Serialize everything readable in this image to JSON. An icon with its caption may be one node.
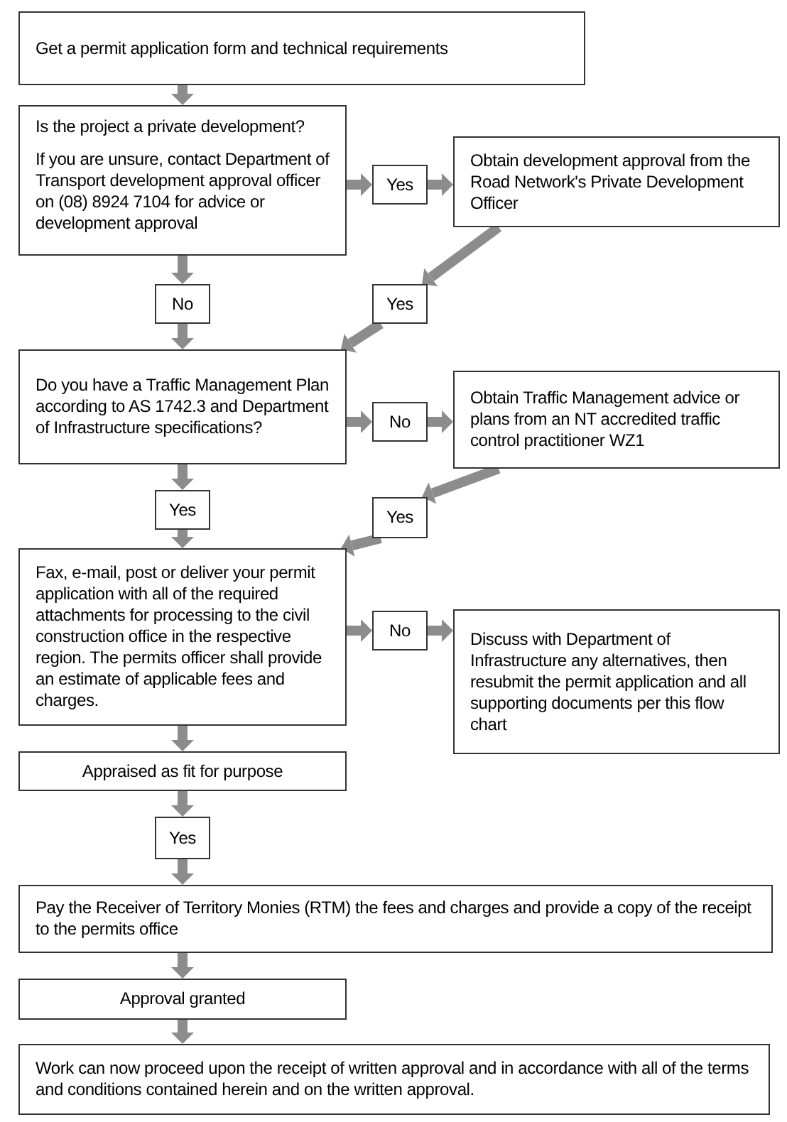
{
  "diagram": {
    "nodes": [
      {
        "text": [
          "Get a permit application form and technical requirements"
        ]
      },
      {
        "text": [
          "Is the project a private development?",
          "If you are unsure, contact Department of Transport development approval officer on (08) 8924 7104 for advice or development approval"
        ]
      },
      {
        "text": [
          "Yes"
        ]
      },
      {
        "text": [
          "Obtain development approval from the Road Network's Private Development Officer"
        ]
      },
      {
        "text": [
          "No"
        ]
      },
      {
        "text": [
          "Yes"
        ]
      },
      {
        "text": [
          "Do you have a Traffic Management Plan according to AS 1742.3 and Department of Infrastructure specifications?"
        ]
      },
      {
        "text": [
          "No"
        ]
      },
      {
        "text": [
          "Obtain Traffic Management advice or plans from an NT accredited traffic control practitioner WZ1"
        ]
      },
      {
        "text": [
          "Yes"
        ]
      },
      {
        "text": [
          "Yes"
        ]
      },
      {
        "text": [
          "Fax, e-mail, post or deliver your permit application with all of the required attachments for processing to the civil construction office in the respective region. The permits officer shall provide an estimate of applicable fees and charges."
        ]
      },
      {
        "text": [
          "No"
        ]
      },
      {
        "text": [
          "Discuss with Department of Infrastructure any alternatives, then resubmit the permit application and all supporting documents per this flow chart"
        ]
      },
      {
        "text": [
          "Appraised as fit for purpose"
        ]
      },
      {
        "text": [
          "Yes"
        ]
      },
      {
        "text": [
          "Pay the Receiver of Territory Monies (RTM) the fees and charges and provide a copy of the receipt to the permits office"
        ]
      },
      {
        "text": [
          "Approval granted"
        ]
      },
      {
        "text": [
          "Work can now proceed upon the receipt of written approval and in accordance with all of the terms and conditions contained herein and on the written approval."
        ]
      }
    ],
    "edges": [
      {
        "from": 0,
        "to": 1,
        "arrow": "to"
      },
      {
        "from": 1,
        "to": 2,
        "arrow": "to"
      },
      {
        "from": 2,
        "to": 3,
        "arrow": "to"
      },
      {
        "from": 1,
        "to": 4,
        "arrow": "to"
      },
      {
        "from": 3,
        "to": 5,
        "arrow": "to"
      },
      {
        "from": 4,
        "to": 6,
        "arrow": "to"
      },
      {
        "from": 5,
        "to": 6,
        "arrow": "to"
      },
      {
        "from": 6,
        "to": 7,
        "arrow": "to"
      },
      {
        "from": 7,
        "to": 8,
        "arrow": "to"
      },
      {
        "from": 6,
        "to": 9,
        "arrow": "to"
      },
      {
        "from": 8,
        "to": 10,
        "arrow": "to"
      },
      {
        "from": 9,
        "to": 11,
        "arrow": "to"
      },
      {
        "from": 10,
        "to": 11,
        "arrow": "to"
      },
      {
        "from": 11,
        "to": 12,
        "arrow": "to"
      },
      {
        "from": 12,
        "to": 13,
        "arrow": "to"
      },
      {
        "from": 11,
        "to": 14,
        "arrow": "to"
      },
      {
        "from": 14,
        "to": 15,
        "arrow": "to"
      },
      {
        "from": 15,
        "to": 16,
        "arrow": "to"
      },
      {
        "from": 16,
        "to": 17,
        "arrow": "to"
      },
      {
        "from": 17,
        "to": 18,
        "arrow": "to"
      }
    ]
  }
}
